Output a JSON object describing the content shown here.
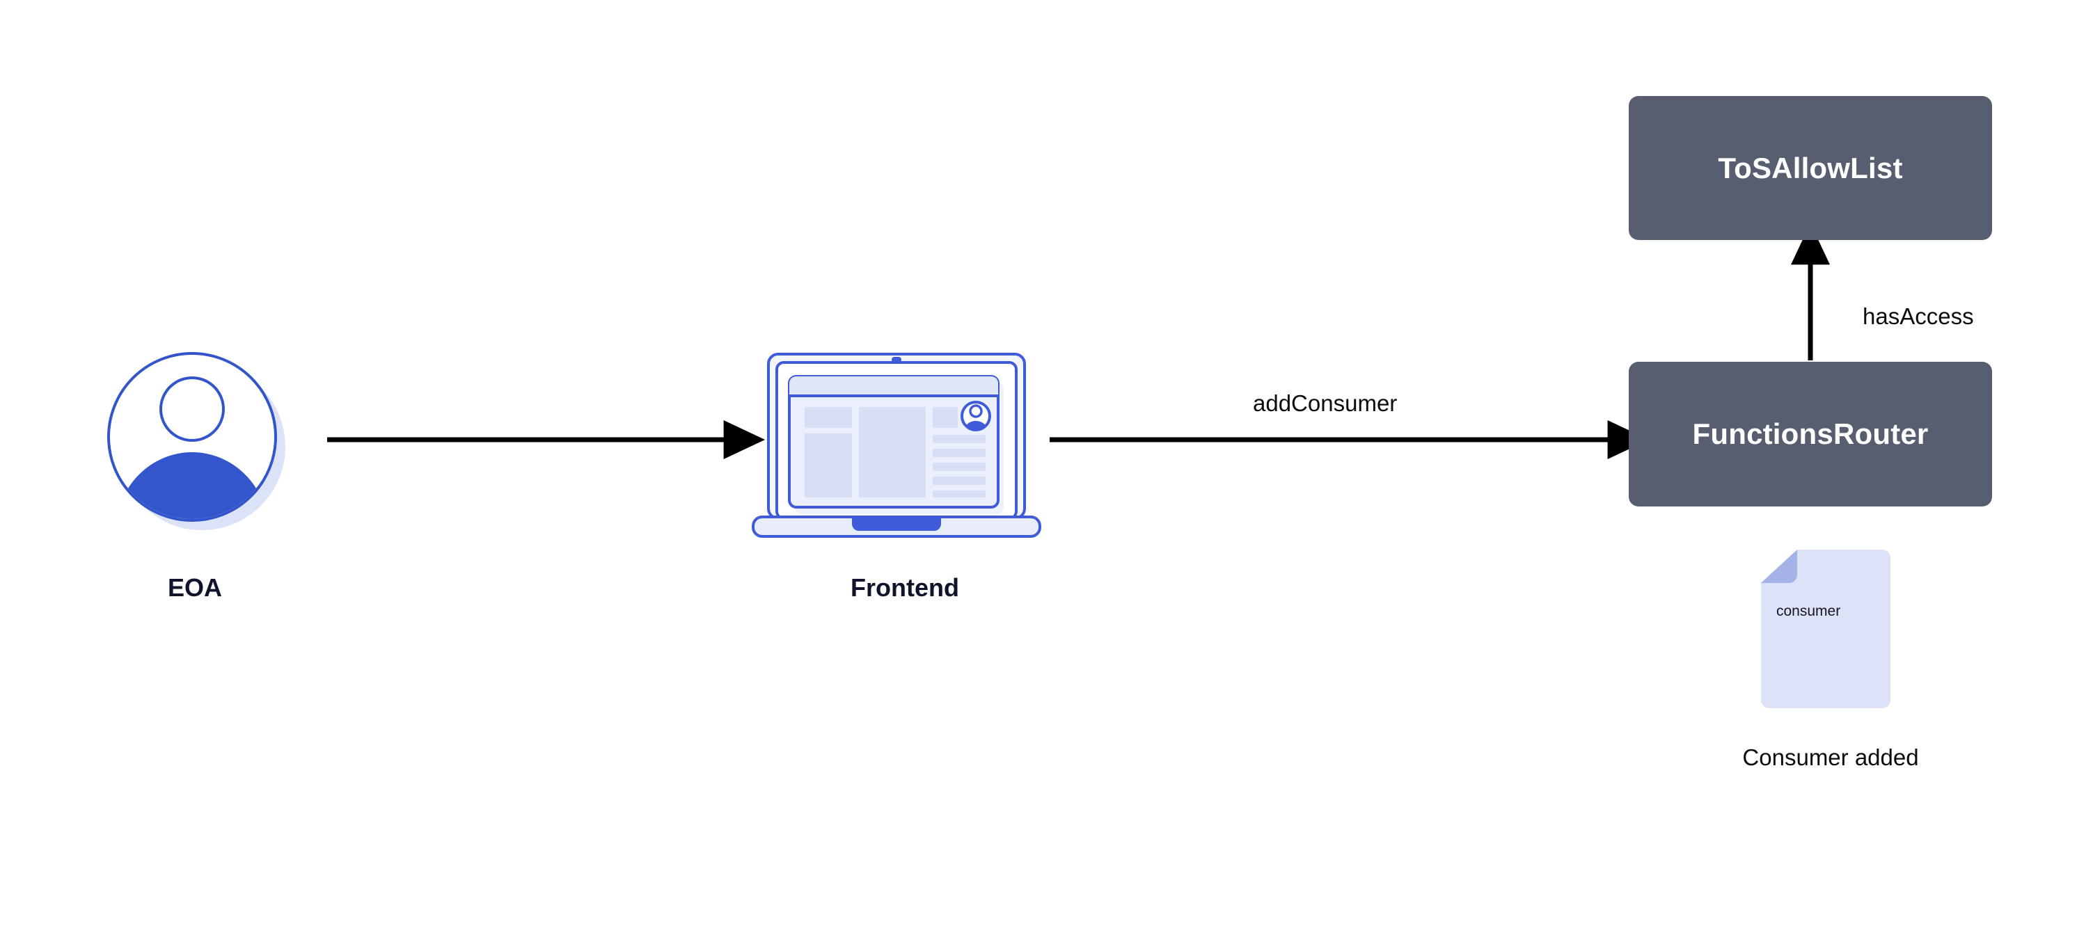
{
  "diagram": {
    "title": "Chainlink Functions addConsumer flow",
    "background_color": "#ffffff",
    "colors": {
      "contract_box_fill": "#575E6F",
      "contract_box_text": "#ffffff",
      "accent_blue": "#3B5BDB",
      "avatar_outline": "#3355CC",
      "avatar_body": "#3356CC",
      "avatar_shadow": "#DCE3F8",
      "laptop_outline": "#3F5BD9",
      "laptop_screen_fill": "#EBEFFB",
      "laptop_panel_fill": "#D6DFF4",
      "doc_fill": "#DCE2F7",
      "doc_fold": "#A4B2E8",
      "arrow_color": "#000000",
      "caption_color": "#10142a",
      "label_color": "#0c0c0c"
    }
  },
  "nodes": {
    "eoa": {
      "caption": "EOA",
      "icon": "user-avatar-icon"
    },
    "frontend": {
      "caption": "Frontend",
      "icon": "laptop-icon"
    },
    "tos_allowlist": {
      "label": "ToSAllowList",
      "shape": "rounded-rectangle"
    },
    "functions_router": {
      "label": "FunctionsRouter",
      "shape": "rounded-rectangle"
    }
  },
  "artifacts": {
    "consumer_document": {
      "icon": "document-icon",
      "document_text": "consumer",
      "caption": "Consumer added"
    }
  },
  "edges": [
    {
      "id": "eoa-to-frontend",
      "from": "eoa",
      "to": "frontend",
      "label": "",
      "direction": "right"
    },
    {
      "id": "frontend-to-router",
      "from": "frontend",
      "to": "functions_router",
      "label": "addConsumer",
      "direction": "right"
    },
    {
      "id": "router-to-allowlist",
      "from": "functions_router",
      "to": "tos_allowlist",
      "label": "hasAccess",
      "direction": "up"
    }
  ],
  "edge_labels": {
    "add_consumer": "addConsumer",
    "has_access": "hasAccess"
  }
}
